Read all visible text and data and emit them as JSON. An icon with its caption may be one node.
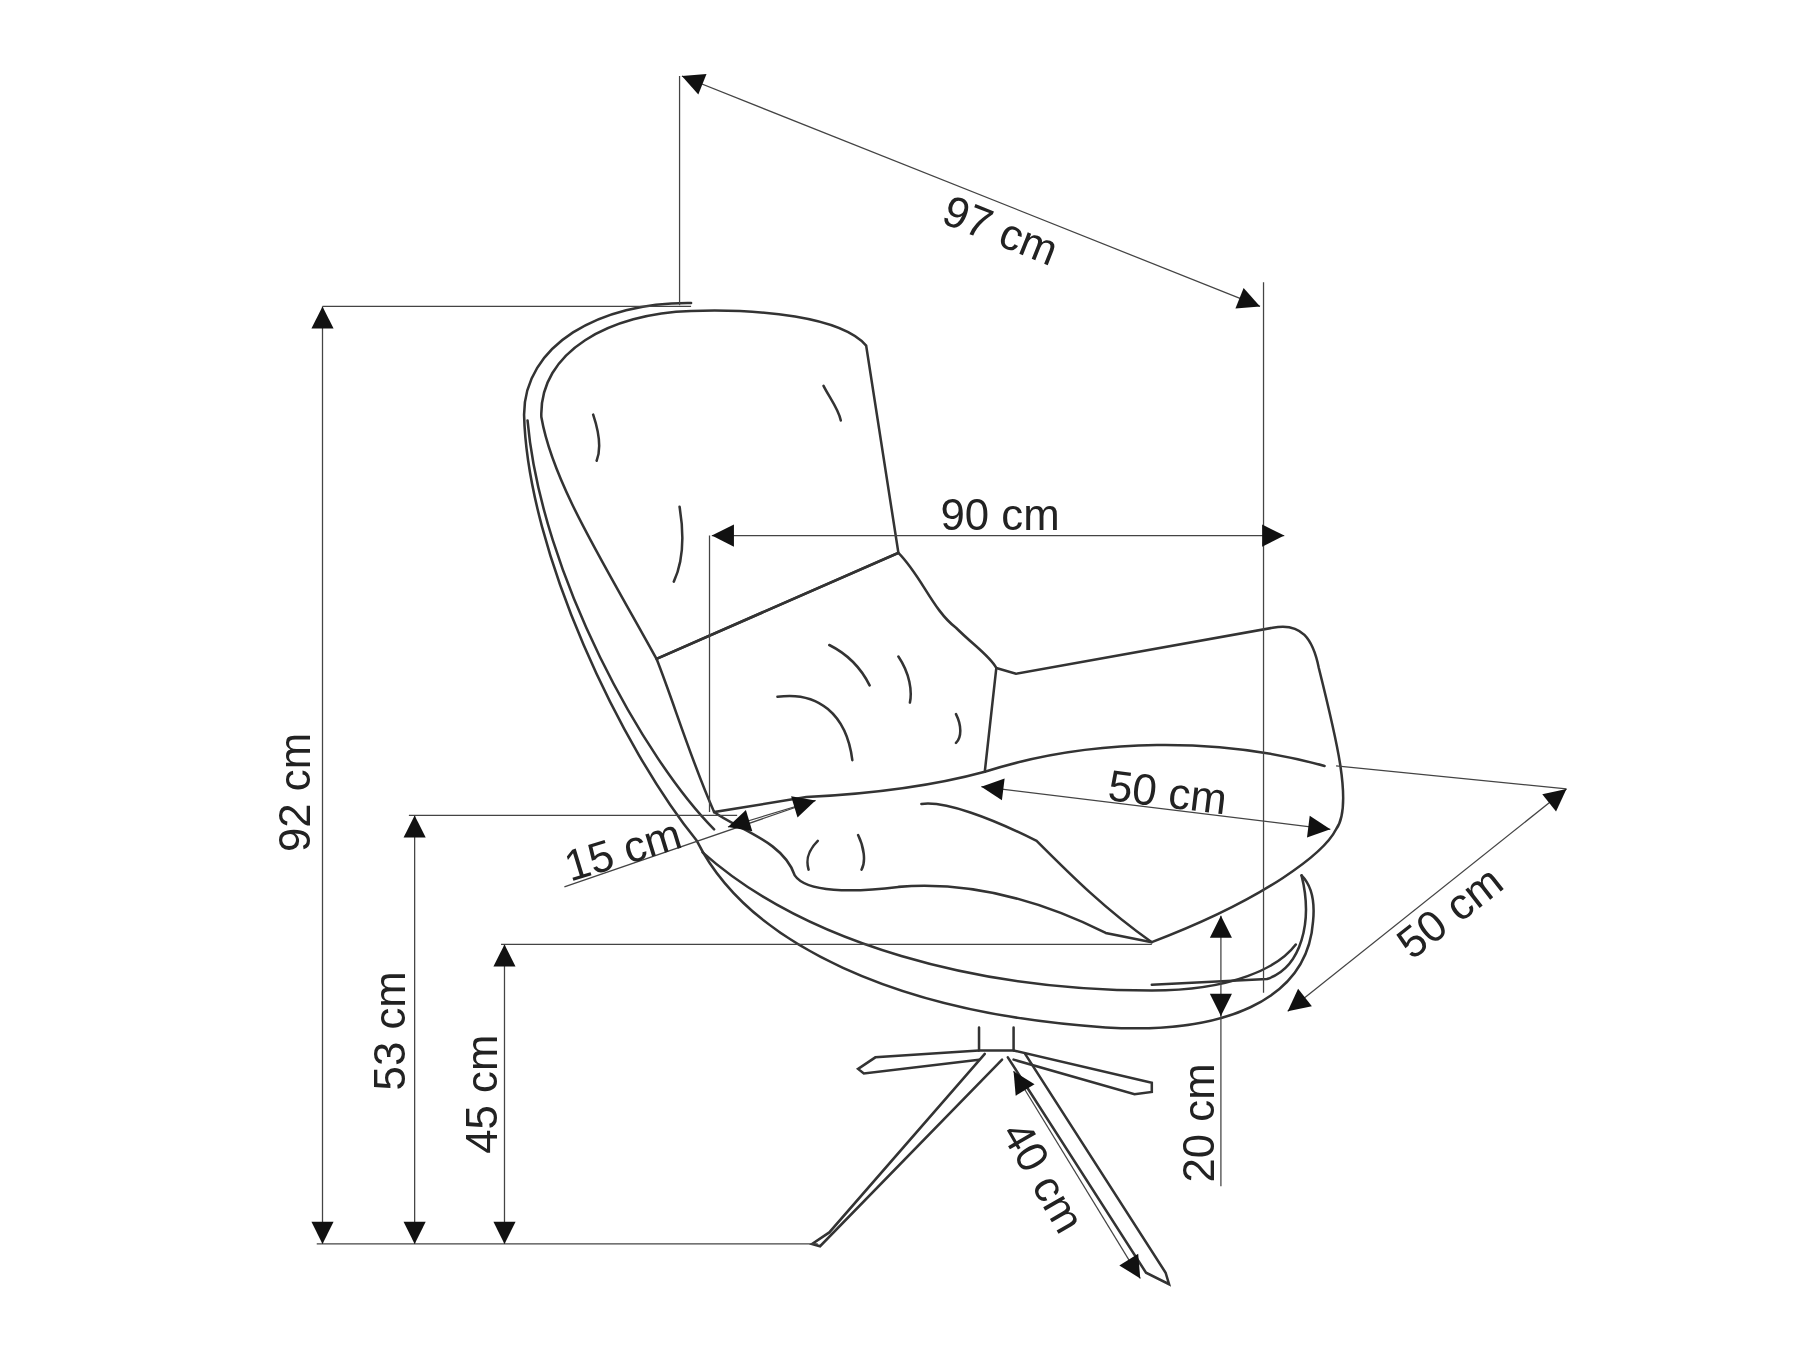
{
  "diagram": {
    "labels": [
      "97 cm",
      "90 cm",
      "92 cm",
      "50 cm",
      "15 cm",
      "50 cm",
      "53 cm",
      "45 cm",
      "20 cm",
      "40 cm"
    ]
  }
}
